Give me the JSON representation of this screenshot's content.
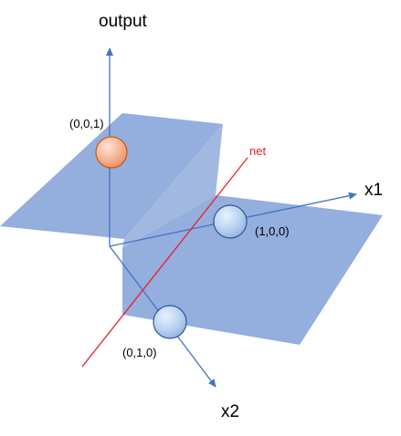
{
  "axes": {
    "output_label": "output",
    "x1_label": "x1",
    "x2_label": "x2"
  },
  "line": {
    "label": "net",
    "color": "#e8202a"
  },
  "points": [
    {
      "label": "(0,0,1)",
      "color": "#f6b08e"
    },
    {
      "label": "(1,0,0)",
      "color": "#a9c6ec"
    },
    {
      "label": "(0,1,0)",
      "color": "#a9c6ec"
    }
  ],
  "colors": {
    "plane": "#8eaadb",
    "axis": "#4472c4"
  }
}
